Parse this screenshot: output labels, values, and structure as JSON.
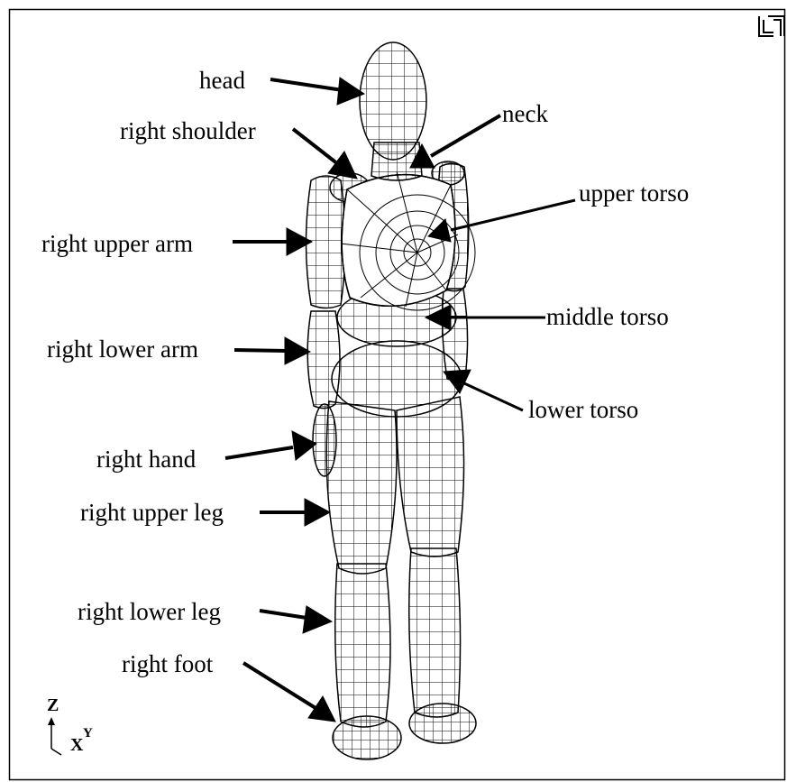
{
  "diagram": {
    "labels": {
      "head": "head",
      "neck": "neck",
      "right_shoulder": "right shoulder",
      "upper_torso": "upper torso",
      "right_upper_arm": "right upper arm",
      "middle_torso": "middle torso",
      "right_lower_arm": "right lower arm",
      "lower_torso": "lower torso",
      "right_hand": "right hand",
      "right_upper_leg": "right upper leg",
      "right_lower_leg": "right lower leg",
      "right_foot": "right foot"
    },
    "axes": {
      "z": "Z",
      "x": "X",
      "y": "Y"
    }
  }
}
